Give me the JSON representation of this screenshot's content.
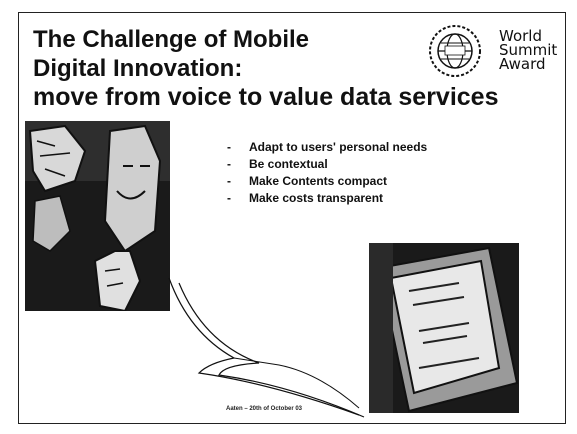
{
  "slide": {
    "title_line1": "The Challenge of Mobile",
    "title_line2": "Digital Innovation:",
    "title_line3": "move from voice to value data services",
    "logo_text": [
      "World",
      "Summit",
      "Award"
    ],
    "bullets": [
      "Adapt to users' personal needs",
      "Be contextual",
      "Make Contents compact",
      "Make costs transparent"
    ],
    "bullet_marker": "-",
    "footer": "Aaten – 20th of October 03"
  },
  "colors": {
    "text": "#111111",
    "background": "#ffffff",
    "photo_dark": "#1a1a1a"
  },
  "icons": [
    "globe-logo-icon",
    "people-photo",
    "mobile-phone-photo",
    "swoosh-graphic"
  ]
}
